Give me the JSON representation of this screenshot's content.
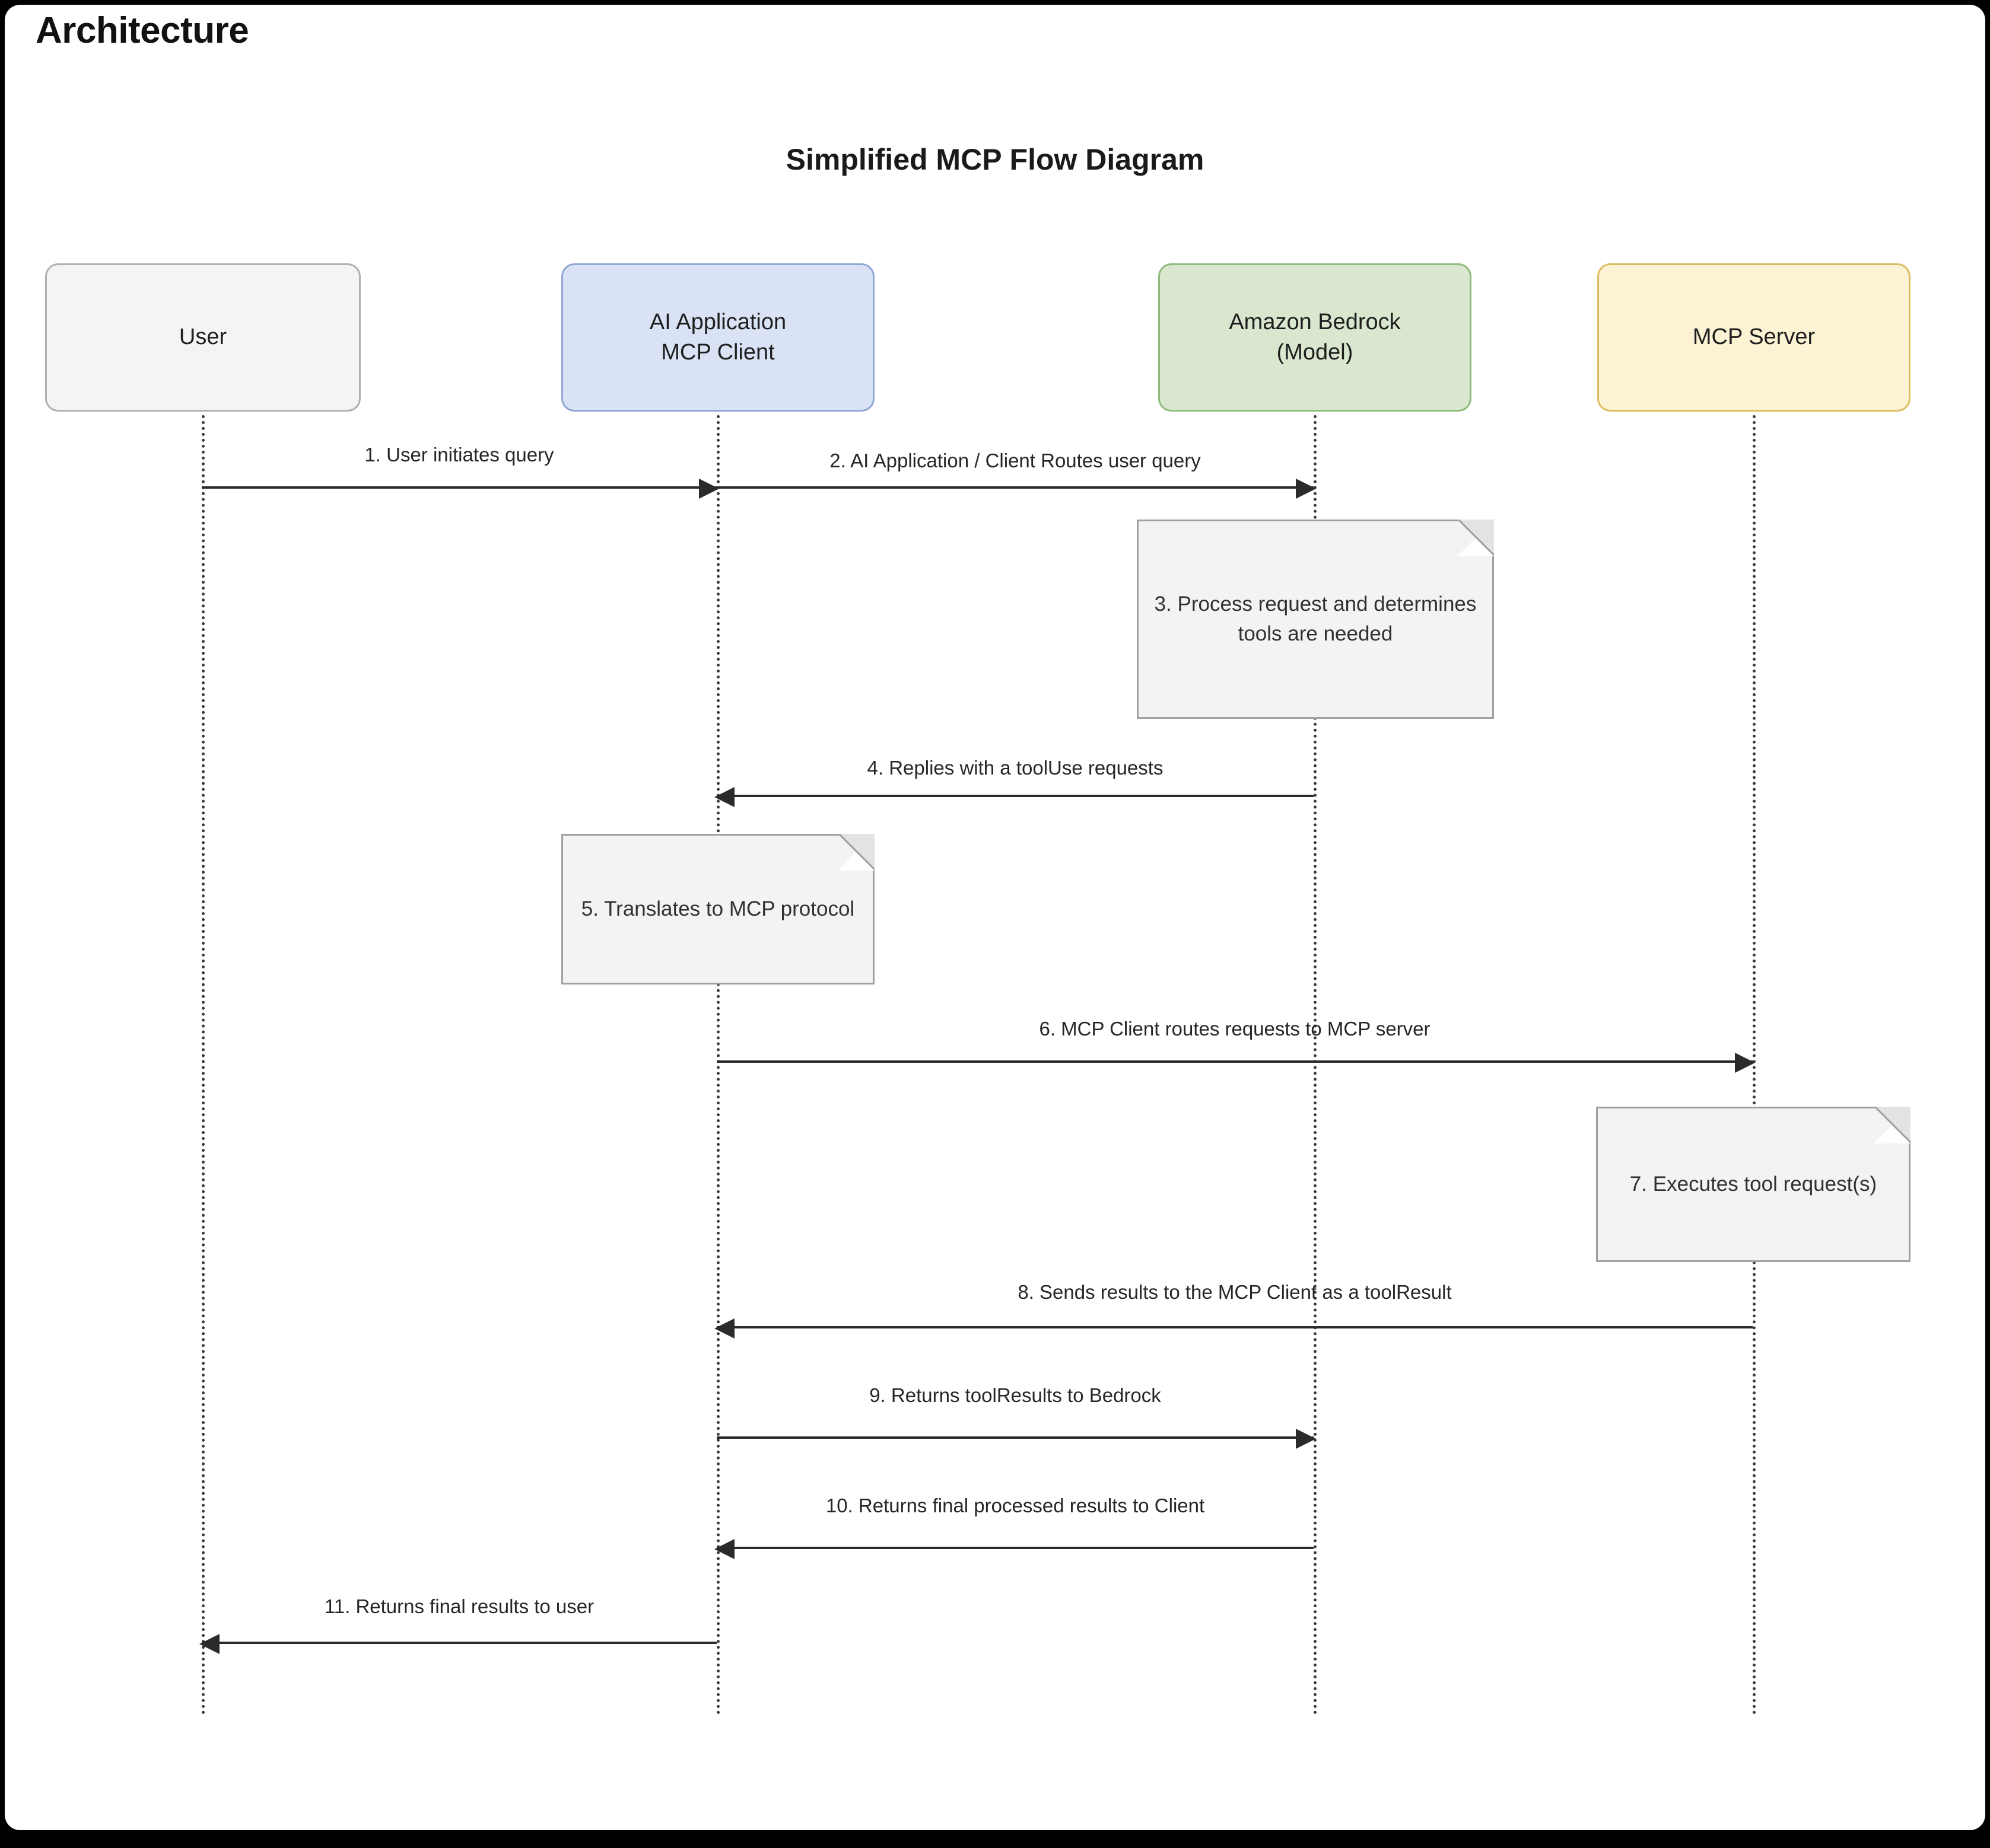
{
  "page": {
    "title": "Architecture"
  },
  "diagram": {
    "title": "Simplified MCP Flow Diagram",
    "type": "sequence-diagram",
    "participants": [
      {
        "id": "user",
        "label_line1": "User",
        "label_line2": "",
        "color": "#f4f4f4",
        "border": "#b0b0b0"
      },
      {
        "id": "client",
        "label_line1": "AI Application",
        "label_line2": "MCP Client",
        "color": "#d9e3f5",
        "border": "#8fa8d4"
      },
      {
        "id": "model",
        "label_line1": "Amazon Bedrock",
        "label_line2": "(Model)",
        "color": "#d8e7ce",
        "border": "#8fbb7d"
      },
      {
        "id": "server",
        "label_line1": "MCP Server",
        "label_line2": "",
        "color": "#fcf2d4",
        "border": "#dcbd61"
      }
    ],
    "messages": [
      {
        "n": "1",
        "label": "1. User initiates query",
        "from": "user",
        "to": "client",
        "direction": "right"
      },
      {
        "n": "2",
        "label": "2. AI Application / Client Routes user query",
        "from": "client",
        "to": "model",
        "direction": "right"
      },
      {
        "n": "4",
        "label": "4. Replies with a toolUse requests",
        "from": "model",
        "to": "client",
        "direction": "left"
      },
      {
        "n": "6",
        "label": "6. MCP Client routes requests to MCP server",
        "from": "client",
        "to": "server",
        "direction": "right"
      },
      {
        "n": "8",
        "label": "8. Sends results to the MCP Client as a toolResult",
        "from": "server",
        "to": "client",
        "direction": "left"
      },
      {
        "n": "9",
        "label": "9. Returns toolResults to Bedrock",
        "from": "client",
        "to": "model",
        "direction": "right"
      },
      {
        "n": "10",
        "label": "10. Returns final processed results to Client",
        "from": "model",
        "to": "client",
        "direction": "left"
      },
      {
        "n": "11",
        "label": "11. Returns final results to user",
        "from": "client",
        "to": "user",
        "direction": "left"
      }
    ],
    "notes": [
      {
        "n": "3",
        "on": "model",
        "text": "3. Process request and determines tools are needed"
      },
      {
        "n": "5",
        "on": "client",
        "text": "5. Translates to MCP protocol"
      },
      {
        "n": "7",
        "on": "server",
        "text": "7. Executes tool request(s)"
      }
    ]
  }
}
